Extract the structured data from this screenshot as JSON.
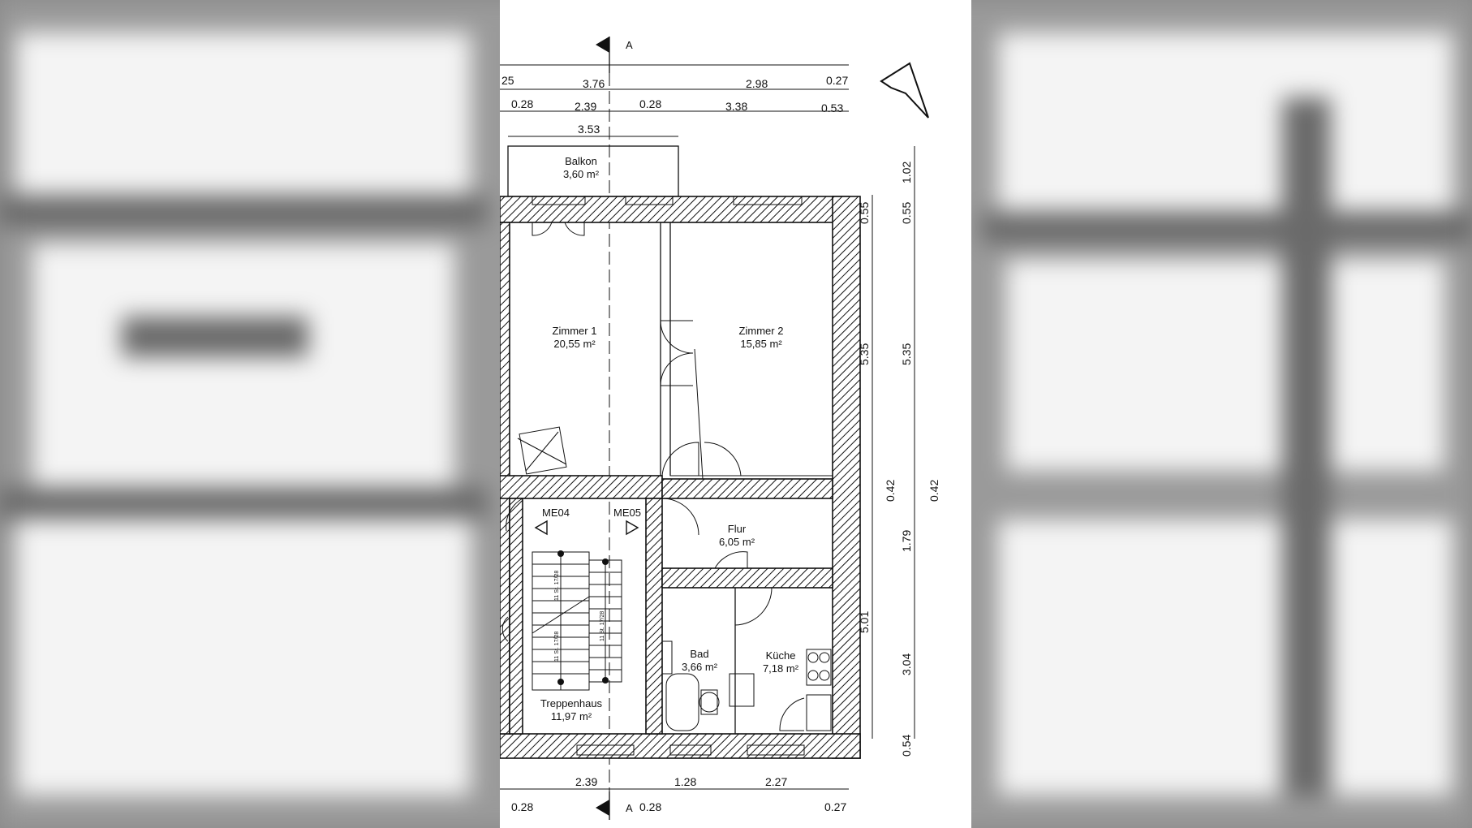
{
  "section_marker": "A",
  "dimensions": {
    "top_row1": [
      "25",
      "3.76",
      "2.98",
      "0.27"
    ],
    "top_row2": [
      "0.28",
      "2.39",
      "0.28",
      "3.38",
      "0.53"
    ],
    "top_row3": [
      "3.53"
    ],
    "right_inner": [
      "0.55",
      "5.35",
      "0.42",
      "5.01"
    ],
    "right_outer": [
      "1.02",
      "0.55",
      "5.35",
      "0.42",
      "1.79",
      "3.04",
      "0.54"
    ],
    "bottom_row1": [
      "2.39",
      "1.28",
      "2.27"
    ],
    "bottom_row2": [
      "0.28",
      "0.28",
      "0.27"
    ]
  },
  "rooms": {
    "balkon": {
      "name": "Balkon",
      "area": "3,60 m²"
    },
    "zimmer1": {
      "name": "Zimmer 1",
      "area": "20,55 m²"
    },
    "zimmer2": {
      "name": "Zimmer 2",
      "area": "15,85 m²"
    },
    "flur": {
      "name": "Flur",
      "area": "6,05 m²"
    },
    "bad": {
      "name": "Bad",
      "area": "3,66 m²"
    },
    "kueche": {
      "name": "Küche",
      "area": "7,18 m²"
    },
    "treppenhaus": {
      "name": "Treppenhaus",
      "area": "11,97 m²"
    }
  },
  "units": {
    "left": "ME04",
    "right": "ME05"
  },
  "stair_notes": [
    "11 St. 17/28",
    "11 St. 17/28",
    "11 St. 17/28"
  ]
}
